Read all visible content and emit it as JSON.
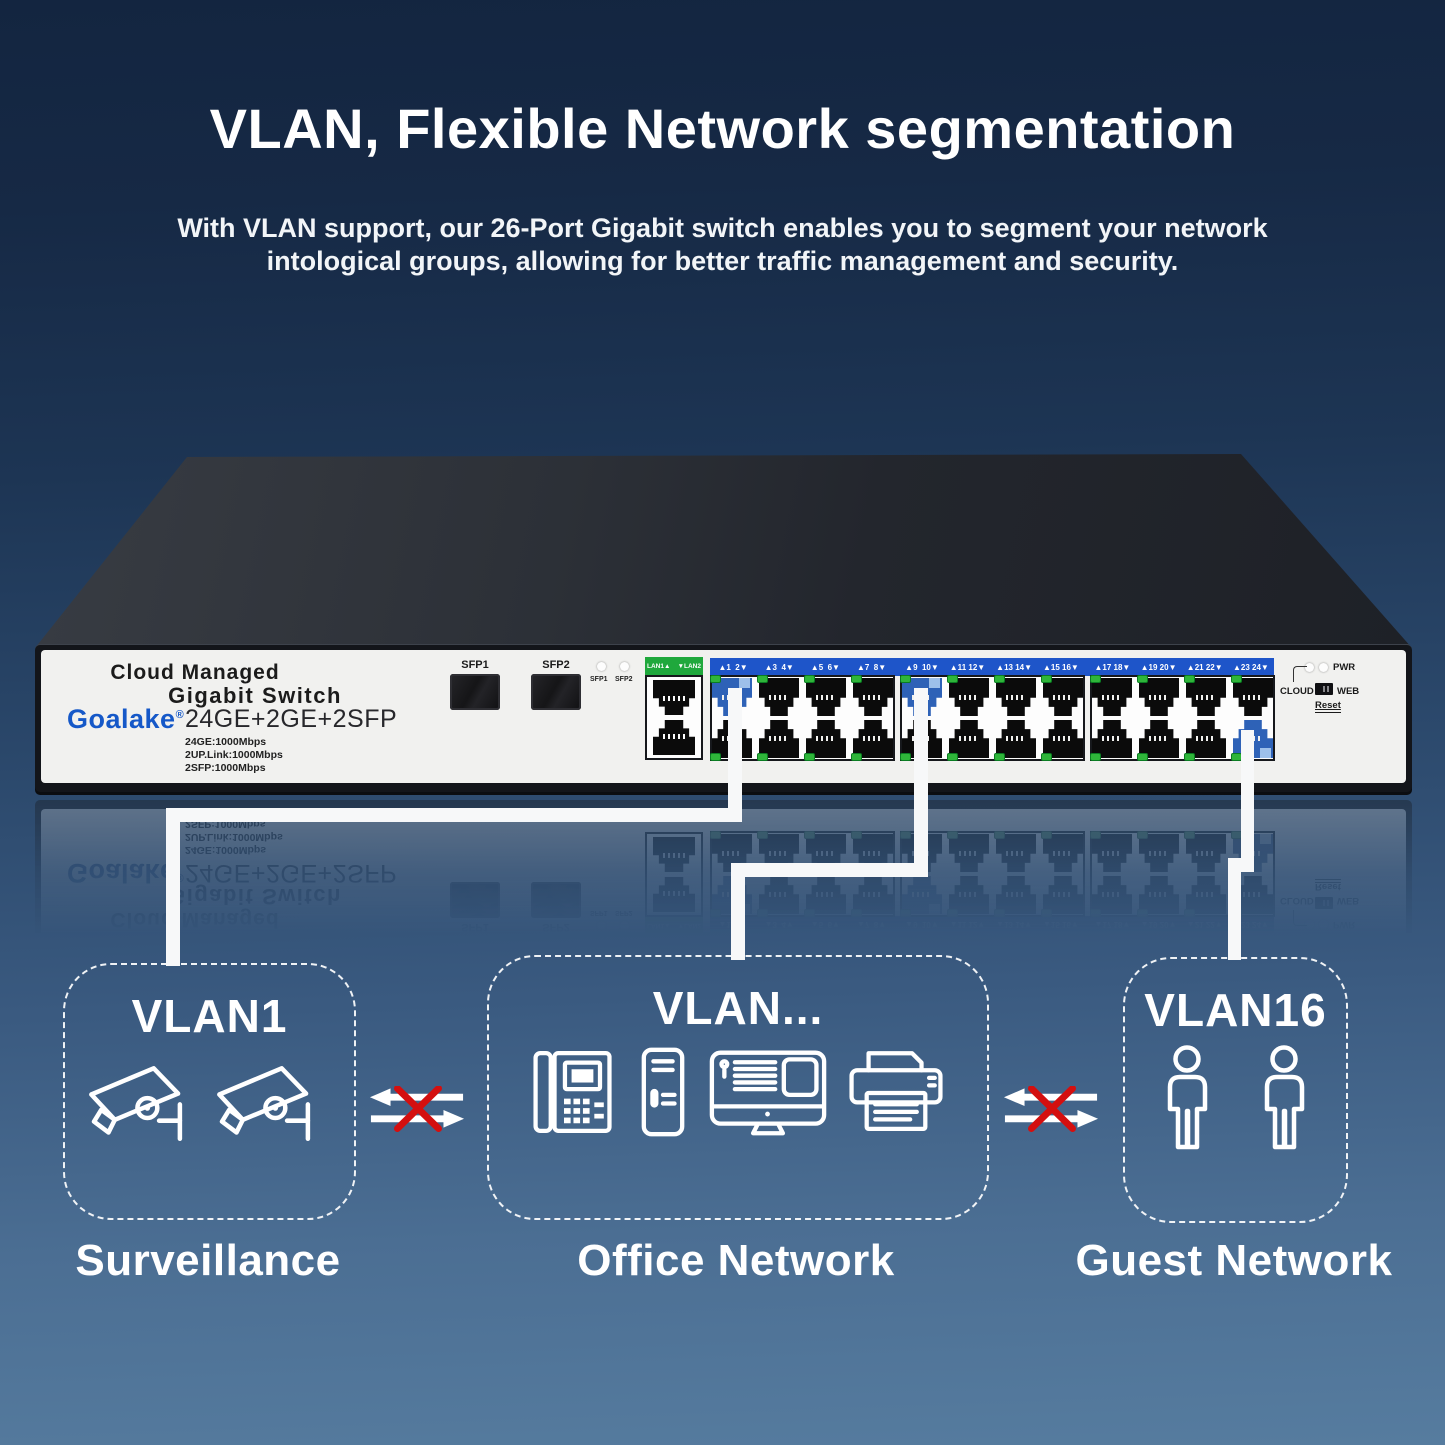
{
  "header": {
    "title": "VLAN, Flexible Network segmentation",
    "subtitle": [
      "With VLAN support, our 26-Port Gigabit switch enables you to segment your network",
      "intological groups, allowing for better traffic management and security."
    ]
  },
  "switch_panel": {
    "managed_line1": "Cloud Managed",
    "managed_line2": "Gigabit Switch",
    "brand": "Goalake",
    "brand_reg": "®",
    "model": "24GE+2GE+2SFP",
    "specs": {
      "s1": "24GE:1000Mbps",
      "s2": "2UP.Link:1000Mbps",
      "s3": "2SFP:1000Mbps"
    },
    "sfp1_label": "SFP1",
    "sfp2_label": "SFP2",
    "sfp1_led_label": "SFP1",
    "sfp2_led_label": "SFP2",
    "uplink_left": "LAN1▲",
    "uplink_right": "▼LAN2",
    "port_pairs": [
      "▲1  2▼",
      "▲3  4▼",
      "▲5  6▼",
      "▲7  8▼",
      "▲9  10▼",
      "▲11 12▼",
      "▲13 14▼",
      "▲15 16▼",
      "▲17 18▼",
      "▲19 20▼",
      "▲21 22▼",
      "▲23 24▼"
    ],
    "pwr_label": "PWR",
    "cloud_label": "CLOUD",
    "web_label": "WEB",
    "reset_label": "Reset"
  },
  "vlans": {
    "vlan1": {
      "title": "VLAN1",
      "caption": "Surveillance",
      "icons": [
        "cctv-camera",
        "cctv-camera"
      ]
    },
    "vlan_mid": {
      "title": "VLAN...",
      "caption": "Office Network",
      "icons": [
        "desk-phone",
        "pc-tower",
        "desktop-computer",
        "printer"
      ]
    },
    "vlan16": {
      "title": "VLAN16",
      "caption": "Guest Network",
      "icons": [
        "person",
        "person"
      ]
    }
  },
  "colors": {
    "background_top": "#132540",
    "background_bottom": "#567C9F",
    "port_banner_blue": "#1E55C9",
    "uplink_green": "#1FA83C",
    "active_port_blue": "#2E62B7",
    "led_green": "#2FB53A",
    "brand_blue": "#1558C8",
    "blocked_red": "#D40F0F",
    "panel_white": "#F1F1EF"
  }
}
